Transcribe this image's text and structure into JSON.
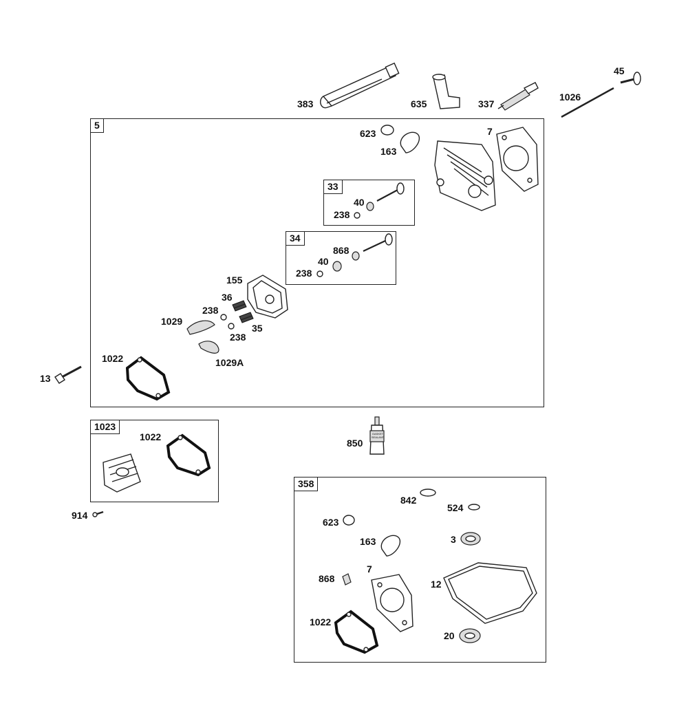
{
  "labels": {
    "p45": "45",
    "p383": "383",
    "p635": "635",
    "p337": "337",
    "p1026": "1026",
    "p623a": "623",
    "p163a": "163",
    "p7a": "7",
    "p40a": "40",
    "p238a": "238",
    "p868a": "868",
    "p40b": "40",
    "p238b": "238",
    "p155": "155",
    "p36": "36",
    "p238c": "238",
    "p35": "35",
    "p238d": "238",
    "p1029": "1029",
    "p1029A": "1029A",
    "p1022a": "1022",
    "p13": "13",
    "p1022b": "1022",
    "p914": "914",
    "p850": "850",
    "p842": "842",
    "p524": "524",
    "p623b": "623",
    "p163b": "163",
    "p3": "3",
    "p868b": "868",
    "p7b": "7",
    "p12": "12",
    "p1022c": "1022",
    "p20": "20"
  },
  "groups": {
    "g5": "5",
    "g33": "33",
    "g34": "34",
    "g1023": "1023",
    "g358": "358"
  },
  "sealant_tube_text": "GASKET SEALANT"
}
